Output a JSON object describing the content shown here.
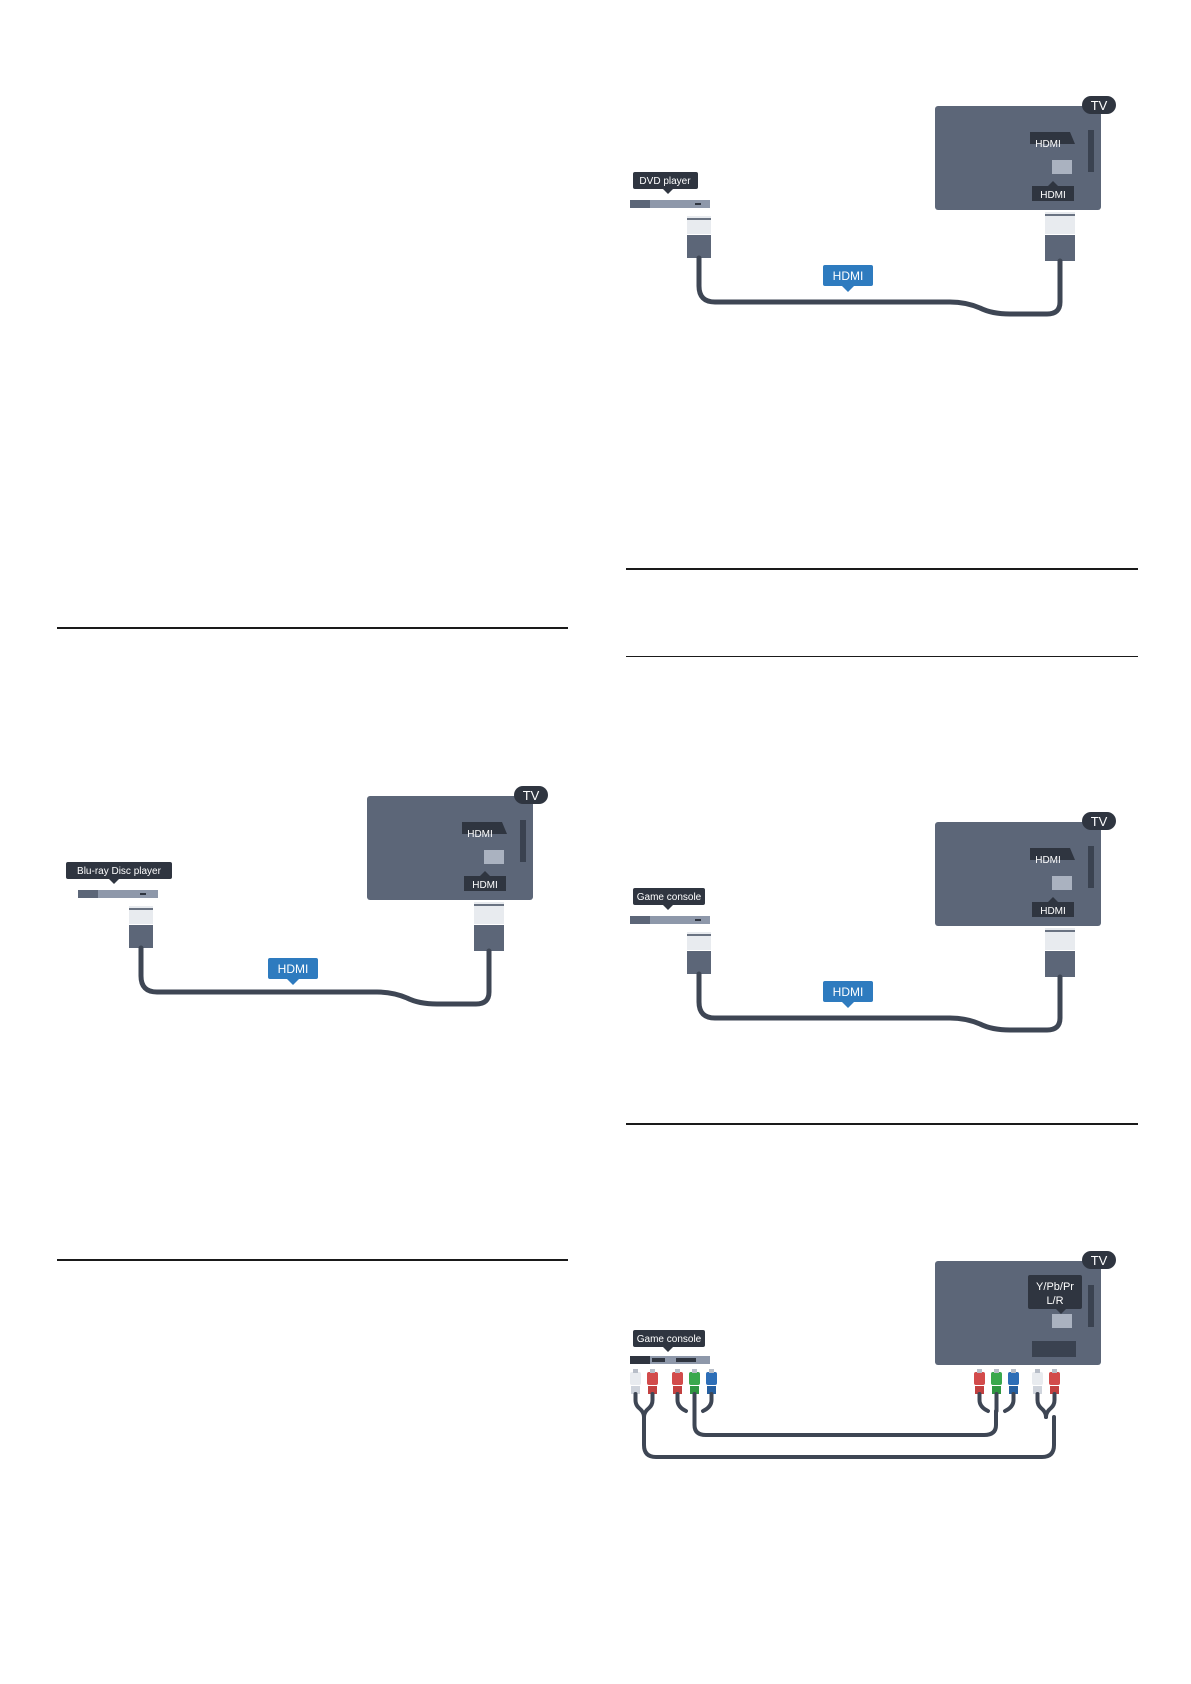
{
  "colors": {
    "tv_body": "#5c6678",
    "dark": "#2f3540",
    "light_device": "#8e98aa",
    "hdmi_blue": "#2e7bbf",
    "cable": "#3e4654",
    "plug_white": "#e8ebef",
    "red": "#d24b4b",
    "green": "#3aa84d",
    "blue": "#2d6eb7"
  },
  "diagrams": {
    "dvd": {
      "device_label": "DVD player",
      "tv_label": "TV",
      "tv_port_label": "HDMI",
      "tv_plug_label": "HDMI",
      "cable_label": "HDMI"
    },
    "bluray": {
      "device_label": "Blu-ray Disc player",
      "tv_label": "TV",
      "tv_port_label": "HDMI",
      "tv_plug_label": "HDMI",
      "cable_label": "HDMI"
    },
    "game_hdmi": {
      "device_label": "Game console",
      "tv_label": "TV",
      "tv_port_label": "HDMI",
      "tv_plug_label": "HDMI",
      "cable_label": "HDMI"
    },
    "game_ypbpr": {
      "device_label": "Game console",
      "tv_label": "TV",
      "tv_port_label_line1": "Y/Pb/Pr",
      "tv_port_label_line2": "L/R"
    }
  }
}
